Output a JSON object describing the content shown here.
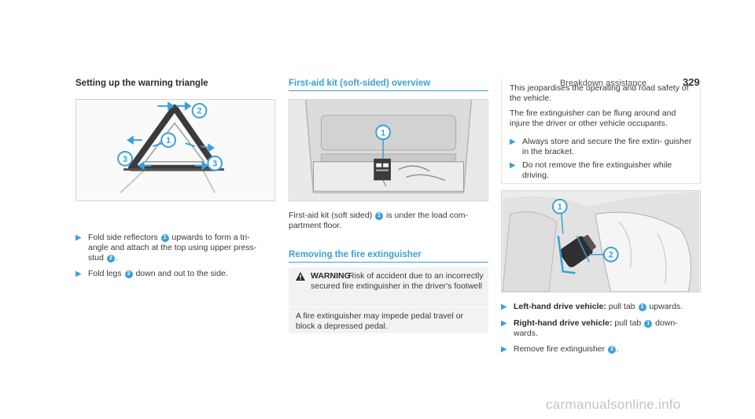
{
  "header": {
    "section": "Breakdown assistance",
    "page_number": "329"
  },
  "left": {
    "title": "Setting up the warning triangle",
    "figure_callouts": [
      "2",
      "1",
      "3",
      "3"
    ],
    "steps": [
      {
        "pre": "Fold side reflectors",
        "num": "1",
        "post": "upwards to form a tri-",
        "line2": "angle and attach at the top using upper press-",
        "line3_pre": "stud",
        "num2": "2",
        "line3_post": "."
      },
      {
        "pre": "Fold legs",
        "num": "3",
        "post": "down and out to the side."
      }
    ]
  },
  "middle": {
    "title": "First-aid kit (soft-sided) overview",
    "figure_callouts": [
      "1"
    ],
    "para_pre": "First-aid kit (soft sided)",
    "para_num": "1",
    "para_post": "is under the load com-",
    "para_line2": "partment floor.",
    "section2_title": "Removing the fire extinguisher",
    "warning": {
      "label": "WARNING",
      "text": "Risk of accident due to an incorrectly secured fire extinguisher in the driver's footwell",
      "body": "A fire extinguisher may impede pedal travel or block a depressed pedal."
    }
  },
  "right": {
    "info_para": "This jeopardises the operating and road safety of the vehicle.",
    "info_para2": "The fire extinguisher can be flung around and injure the driver or other vehicle occupants.",
    "info_steps": [
      "Always store and secure the fire extin- guisher in the bracket.",
      "Do not remove the fire extinguisher while driving."
    ],
    "figure_callouts": [
      "1",
      "2"
    ],
    "steps": [
      {
        "bold": "Left-hand drive vehicle:",
        "pre": "pull tab",
        "num": "1",
        "post": "upwards."
      },
      {
        "bold": "Right-hand drive vehicle:",
        "pre": "pull tab",
        "num": "1",
        "post": "down-",
        "line2": "wards."
      },
      {
        "pre": "Remove fire extinguisher",
        "num": "2",
        "post": "."
      }
    ]
  },
  "watermark": "carmanualsonline.info",
  "colors": {
    "accent": "#3aa0d8",
    "text": "#3a3a3a",
    "box_bg": "#f2f2f2"
  }
}
